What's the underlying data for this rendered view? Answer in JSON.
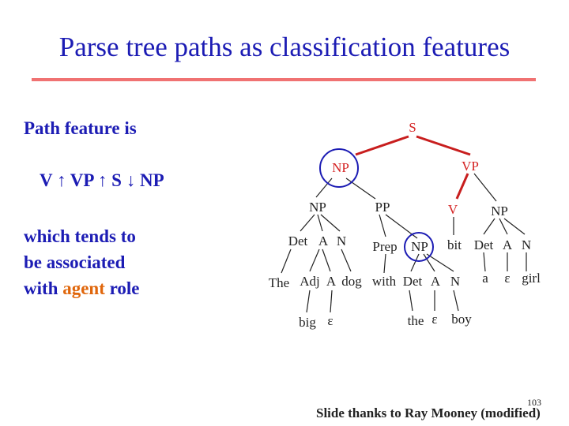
{
  "slide": {
    "title": "Parse tree paths as classification features",
    "path_feature_label": "Path feature is",
    "path_expression": "V ↑ VP ↑ S ↓ NP",
    "description_lines": [
      "which tends to",
      "be associated",
      "with"
    ],
    "description_highlight": "agent",
    "description_tail": " role",
    "credit": "Slide thanks to Ray Mooney (modified)",
    "page_number": "103"
  },
  "tree": {
    "nodes": {
      "s": "S",
      "np_subj": "NP",
      "vp": "VP",
      "np_inner": "NP",
      "pp": "PP",
      "v": "V",
      "np_obj": "NP",
      "det1": "Det",
      "a1": "A",
      "n1": "N",
      "prep": "Prep",
      "np_pp": "NP",
      "bit": "bit",
      "det2": "Det",
      "a2": "A",
      "n2": "N",
      "the1": "The",
      "adj": "Adj",
      "a3": "A",
      "dog": "dog",
      "with": "with",
      "det3": "Det",
      "a4": "A",
      "n3": "N",
      "a_word": "a",
      "eps1": "ε",
      "girl": "girl",
      "big": "big",
      "eps2": "ε",
      "the2": "the",
      "eps3": "ε",
      "boy": "boy"
    },
    "colors": {
      "path_edge": "#c81e1e",
      "edge": "#222222",
      "circle": "#1c1cb4",
      "title": "#1c1cb4",
      "highlight": "#e0660b",
      "rule": "#f07272"
    }
  }
}
